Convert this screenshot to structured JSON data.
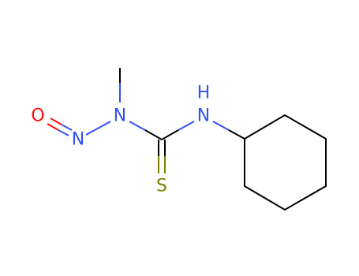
{
  "molecule": {
    "atoms": {
      "oxygen": {
        "symbol": "O",
        "color": "#ff0d0d"
      },
      "nitroso_nitrogen": {
        "symbol": "N",
        "color": "#3050f8"
      },
      "amide_nitrogen": {
        "symbol": "N",
        "color": "#3050f8"
      },
      "amine_nitrogen": {
        "symbol": "N",
        "color": "#3050f8"
      },
      "amine_hydrogen": {
        "symbol": "H",
        "color": "#3050f8"
      },
      "sulfur": {
        "symbol": "S",
        "color": "#808000"
      }
    },
    "colors": {
      "carbon_bond": "#000000",
      "nitrogen": "#3050f8",
      "oxygen": "#ff0d0d",
      "sulfur": "#808000"
    }
  }
}
